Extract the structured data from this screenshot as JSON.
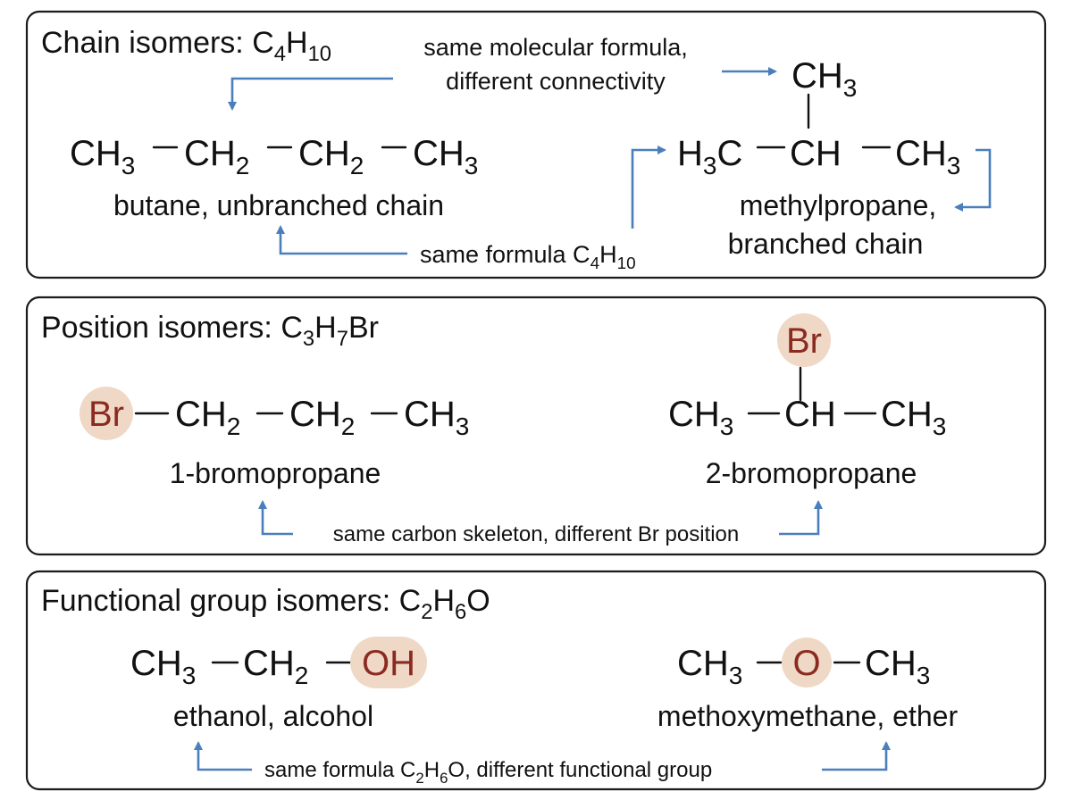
{
  "chain": {
    "title": {
      "main": "Chain isomers: C",
      "s1": "4",
      "mid": "H",
      "s2": "10"
    },
    "note_top_1": "same molecular formula,",
    "note_top_2": "different connectivity",
    "butane": {
      "g1": "CH",
      "g1s": "3",
      "g2": "CH",
      "g2s": "2",
      "g3": "CH",
      "g3s": "2",
      "g4": "CH",
      "g4s": "3",
      "label": "butane, unbranched chain"
    },
    "methylpropane": {
      "top": "CH",
      "tops": "3",
      "left": "H",
      "lefts": "3",
      "leftc": "C",
      "center": "CH",
      "right": "CH",
      "rights": "3",
      "label_1": "methylpropane,",
      "label_2": "branched chain"
    },
    "note_bottom": {
      "main": "same formula C",
      "s1": "4",
      "mid": "H",
      "s2": "10"
    }
  },
  "position": {
    "title": {
      "main": "Position isomers: C",
      "s1": "3",
      "mid": "H",
      "s2": "7",
      "end": "Br"
    },
    "bromo1": {
      "br": "Br",
      "g2": "CH",
      "g2s": "2",
      "g3": "CH",
      "g3s": "2",
      "g4": "CH",
      "g4s": "3",
      "label": "1-bromopropane"
    },
    "bromo2": {
      "br": "Br",
      "left": "CH",
      "lefts": "3",
      "center": "CH",
      "right": "CH",
      "rights": "3",
      "label": "2-bromopropane"
    },
    "note": "same carbon skeleton, different Br position"
  },
  "functional": {
    "title": {
      "main": "Functional group isomers: C",
      "s1": "2",
      "mid": "H",
      "s2": "6",
      "end": "O"
    },
    "ethanol": {
      "g1": "CH",
      "g1s": "3",
      "g2": "CH",
      "g2s": "2",
      "oh": "OH",
      "label": "ethanol, alcohol"
    },
    "ether": {
      "left": "CH",
      "lefts": "3",
      "o": "O",
      "right": "CH",
      "rights": "3",
      "label": "methoxymethane, ether"
    },
    "note": {
      "main": "same formula C",
      "s1": "2",
      "mid": "H",
      "s2": "6",
      "end": "O, different functional group"
    }
  },
  "colors": {
    "arrow": "#4a7fbd",
    "highlight": "#efd8c6",
    "highlight_text": "#8b2a20"
  }
}
